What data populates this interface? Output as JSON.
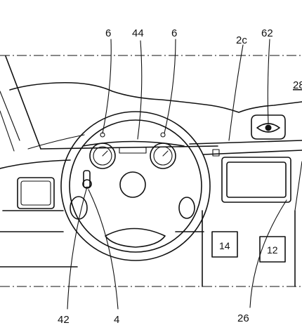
{
  "labels": {
    "gauge_left": "6",
    "steering_upper": "44",
    "gauge_right": "6",
    "display_housing": "2c",
    "camera": "62",
    "windshield": "28",
    "box_left": "14",
    "box_right": "12",
    "display_screen": "26",
    "lever": "42",
    "steering_wheel": "4"
  },
  "colors": {
    "line": "#111111",
    "background": "#ffffff"
  }
}
